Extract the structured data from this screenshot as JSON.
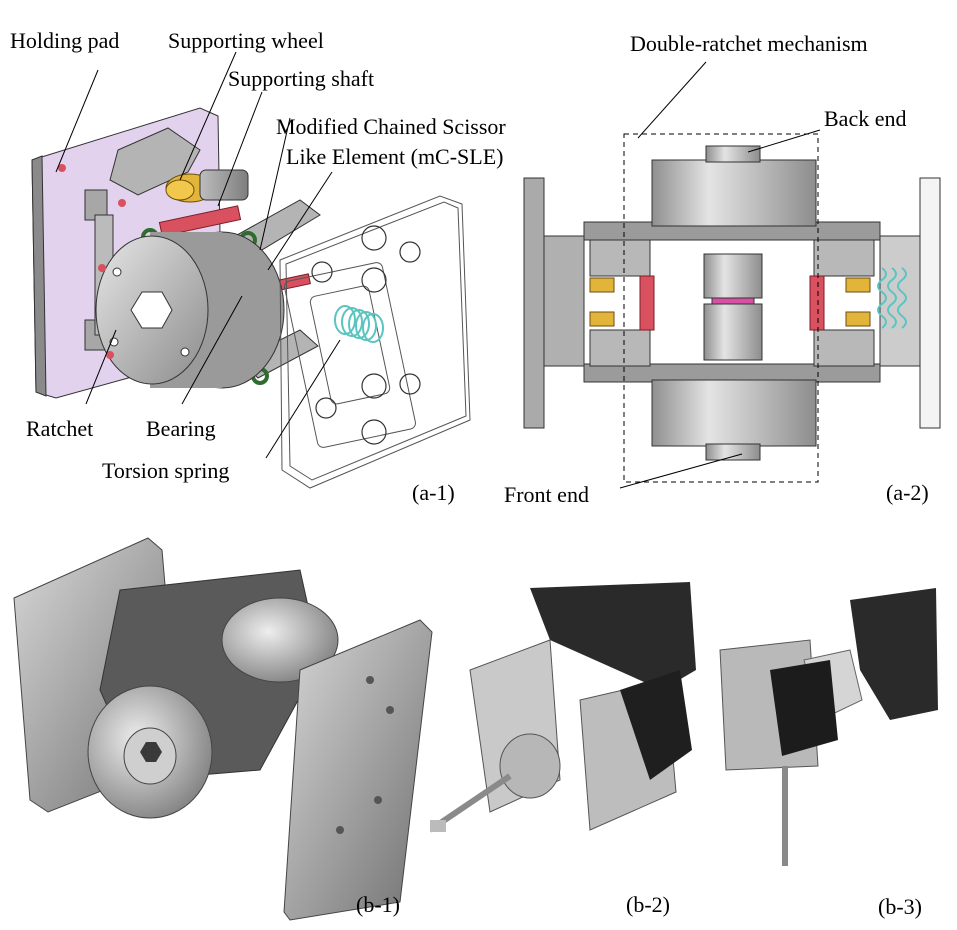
{
  "panels": {
    "a1": {
      "tag": "(a-1)",
      "labels": {
        "holding_pad": "Holding pad",
        "supporting_wheel": "Supporting wheel",
        "supporting_shaft": "Supporting shaft",
        "mcsle_line1": "Modified Chained Scissor",
        "mcsle_line2": "Like Element (mC-SLE)",
        "ratchet": "Ratchet",
        "bearing": "Bearing",
        "torsion_spring": "Torsion spring"
      }
    },
    "a2": {
      "tag": "(a-2)",
      "labels": {
        "double_ratchet": "Double-ratchet mechanism",
        "back_end": "Back end",
        "front_end": "Front end"
      }
    },
    "b1": {
      "tag": "(b-1)"
    },
    "b2": {
      "tag": "(b-2)"
    },
    "b3": {
      "tag": "(b-3)"
    }
  },
  "colors": {
    "pad_pink": "#e3d2ee",
    "metal": "#9a9a9a",
    "metal_light": "#cfcfcf",
    "shaft_red": "#d9505e",
    "bearing_gold": "#e2b53a",
    "bearing_green": "#4a8a4a",
    "spring_cyan": "#7fd6d2",
    "dark": "#2a2a2a"
  }
}
